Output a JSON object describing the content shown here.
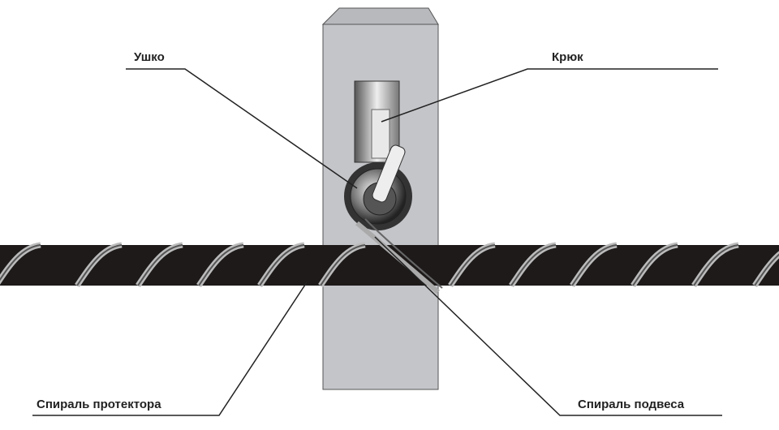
{
  "labels": {
    "eye": "Ушко",
    "hook": "Крюк",
    "protector_spiral": "Спираль протектора",
    "suspension_spiral": "Спираль подвеса"
  },
  "colors": {
    "post": "#c4c5c9",
    "cable": "#1e1a1a",
    "spiral": "#9a9a9a",
    "line": "#222222"
  }
}
